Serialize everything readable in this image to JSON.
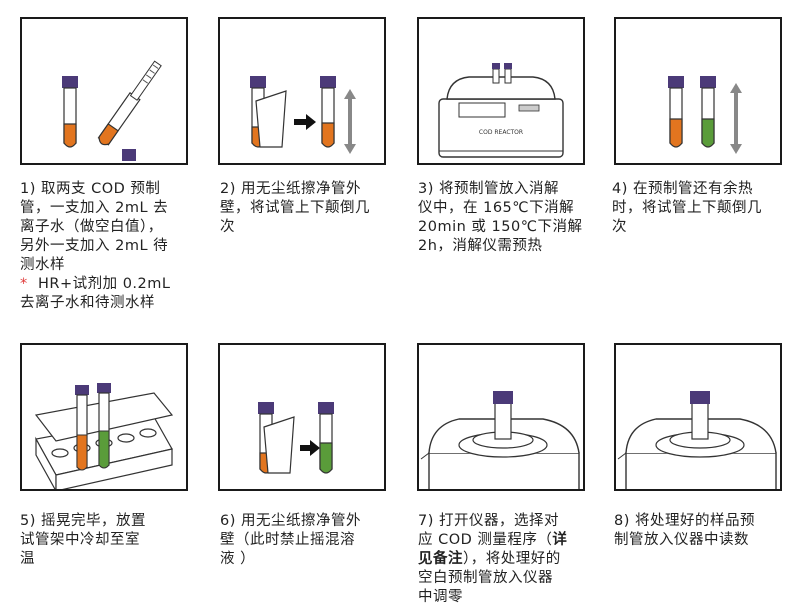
{
  "steps": [
    {
      "lines": [
        "1) 取两支 COD 预制",
        "管，一支加入 2mL 去",
        "离子水（做空白值），",
        "另外一支加入 2mL 待",
        "测水样"
      ],
      "note_star": "*",
      "note_lines": [
        "  HR+试剂加 0.2mL",
        "去离子水和待测水样"
      ]
    },
    {
      "lines": [
        "2) 用无尘纸擦净管外",
        "壁，将试管上下颠倒几",
        "次"
      ]
    },
    {
      "lines": [
        "3) 将预制管放入消解",
        "仪中，在 165℃下消解",
        "20min 或 150℃下消解",
        "2h，消解仪需预热"
      ]
    },
    {
      "lines": [
        "4) 在预制管还有余热",
        "时，将试管上下颠倒几",
        "次"
      ]
    },
    {
      "lines": [
        "5) 摇晃完毕，放置",
        "试管架中冷却至室",
        "温"
      ]
    },
    {
      "lines": [
        "6) 用无尘纸擦净管外",
        "壁（此时禁止摇混溶",
        "液 ）"
      ]
    },
    {
      "line1": "7) 打开仪器，选择对",
      "line2_a": "应 COD 测量程序（",
      "line2_b": "详",
      "line3_a": "见备注",
      "line3_b": "），将处理好的",
      "line4": "空白预制管放入仪器",
      "line5": "中调零"
    },
    {
      "lines": [
        "8) 将处理好的样品预",
        "制管放入仪器中读数"
      ]
    }
  ],
  "reactor_label": "COD REACTOR",
  "colors": {
    "orange": "#e2751f",
    "green": "#5a9c3a",
    "cap": "#4b3a78",
    "frame": "#1a1a1a"
  }
}
